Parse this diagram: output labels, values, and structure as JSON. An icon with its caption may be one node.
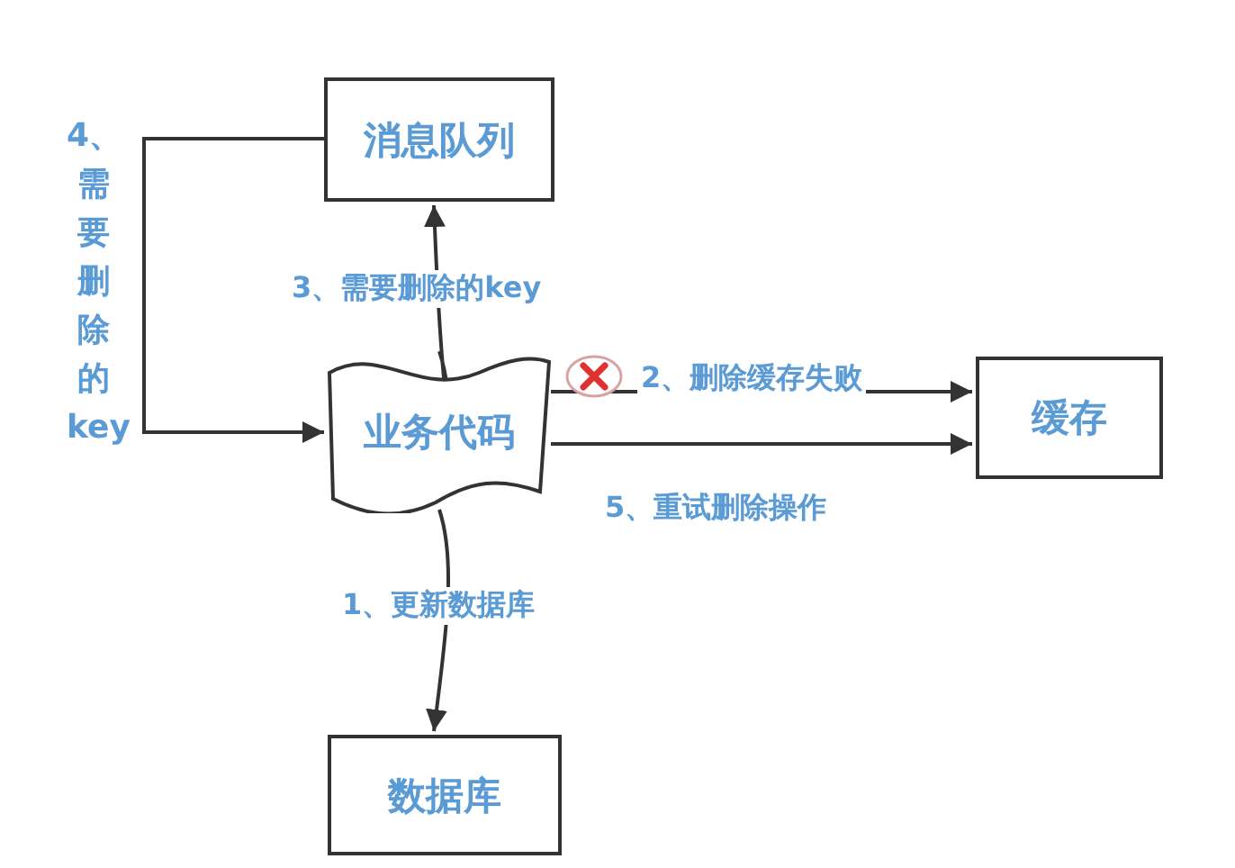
{
  "diagram": {
    "nodes": [
      {
        "text": [
          "消息队列"
        ]
      },
      {
        "text": [
          "业务代码"
        ]
      },
      {
        "text": [
          "缓存"
        ]
      },
      {
        "text": [
          "数据库"
        ]
      }
    ],
    "edges": [
      {
        "from": 1,
        "to": 3,
        "arrow": "to",
        "label": "1、更新数据库"
      },
      {
        "from": 1,
        "to": 2,
        "arrow": "to",
        "label": "2、删除缓存失败"
      },
      {
        "from": 1,
        "to": 0,
        "arrow": "to",
        "label": "3、需要删除的key"
      },
      {
        "from": 0,
        "to": 1,
        "arrow": "to",
        "label": "4、需要删除的key"
      },
      {
        "from": 1,
        "to": 2,
        "arrow": "to",
        "label": "5、重试删除操作"
      }
    ]
  }
}
